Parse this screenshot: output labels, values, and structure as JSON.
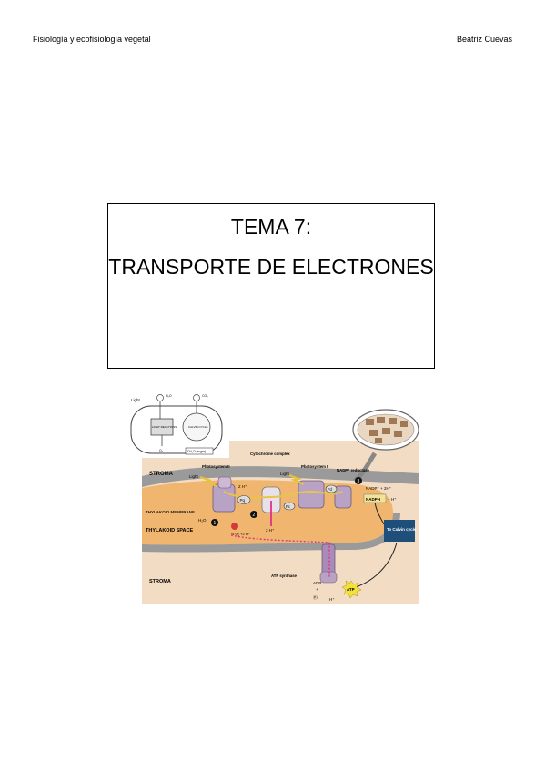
{
  "header": {
    "left": "Fisiología y ecofisiología vegetal",
    "right": "Beatriz Cuevas"
  },
  "title": {
    "line1": "TEMA 7:",
    "line2": "TRANSPORTE DE ELECTRONES"
  },
  "figure": {
    "inset": {
      "light": "Light",
      "h2o": "H₂O",
      "co2": "CO₂",
      "light_reactions": "LIGHT REACTIONS",
      "calvin_cycle": "CALVIN CYCLE",
      "o2": "O₂",
      "sugar": "CH₂O (sugar)"
    },
    "labels": {
      "stroma_top": "STROMA",
      "photosystem2": "Photosystem II",
      "cytochrome": "Cytochrome complex",
      "photosystem1": "Photosystem I",
      "nadp_reductase": "NADP⁺ reductase",
      "light1": "Light",
      "light2": "Light",
      "h_top": "2 H⁺",
      "nadp_eq": "NADP⁺ + 2H⁺",
      "nadph": "NADPH",
      "plus_h": "+ H⁺",
      "pq": "Pq",
      "pc": "Pc",
      "fd": "Fd",
      "thylakoid_membrane": "THYLAKOID MEMBRANE",
      "thylakoid_space": "THYLAKOID SPACE",
      "h2o_split": "H₂O",
      "o2_split": "½ O₂ +2 H⁺",
      "h_mid": "2 H⁺",
      "to_calvin": "To Calvin cycle",
      "stroma_bottom": "STROMA",
      "atp_synthase": "ATP synthase",
      "adp": "ADP",
      "plus": "+",
      "pi": "Ⓟi",
      "h_bottom": "H⁺",
      "atp": "ATP",
      "step1": "1",
      "step2": "2",
      "step3": "3"
    }
  }
}
